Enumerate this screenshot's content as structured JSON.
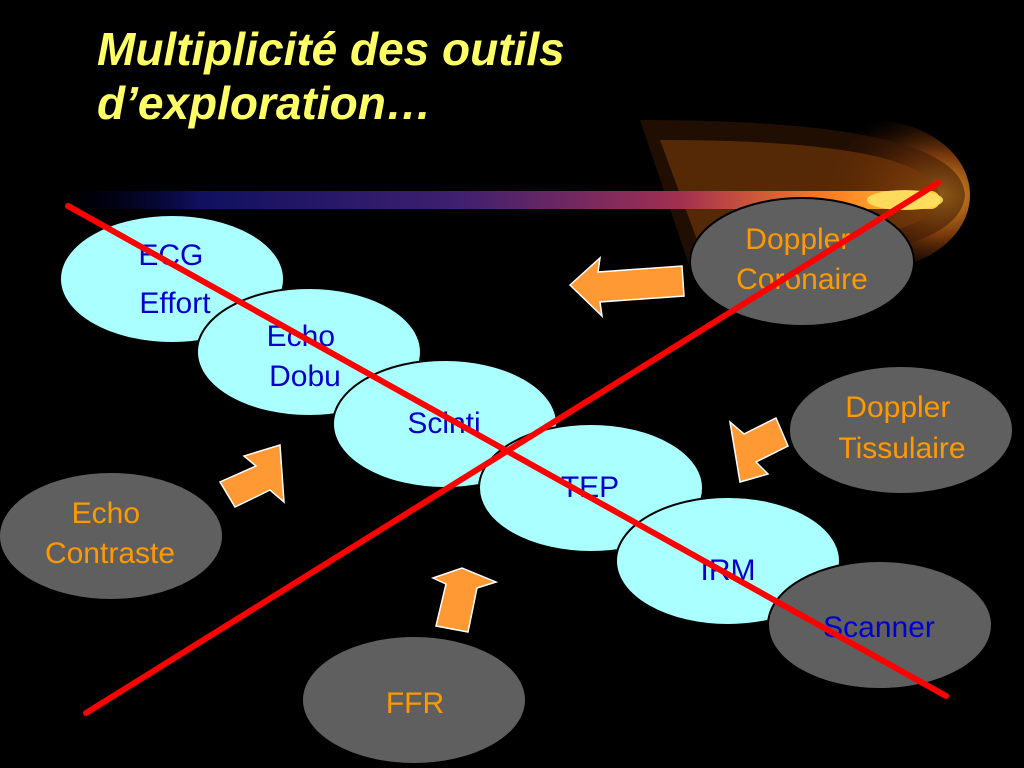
{
  "title": {
    "line1": "Multiplicité des outils",
    "line2": "d’exploration…"
  },
  "colors": {
    "background": "#000000",
    "title": "#ffff66",
    "light_oval_fill": "#aaffff",
    "light_oval_text": "#0000cc",
    "dark_oval_fill": "#5f5f5f",
    "dark_oval_text": "#ff9900",
    "arrow_fill": "#ff9933",
    "cross": "#ff0000"
  },
  "techniques": {
    "ecg_effort": [
      "ECG",
      "Effort"
    ],
    "echo_dobu": [
      "Echo",
      "Dobu"
    ],
    "scinti": [
      "Scinti"
    ],
    "tep": [
      "TEP"
    ],
    "irm": [
      "IRM"
    ]
  },
  "new_techniques": {
    "doppler_coronaire": [
      "Doppler",
      "Coronaire"
    ],
    "doppler_tissulaire": [
      "Doppler",
      "Tissulaire"
    ],
    "echo_contraste": [
      "Echo",
      "Contraste"
    ],
    "ffr": [
      "FFR"
    ],
    "scanner": [
      "Scanner"
    ]
  }
}
